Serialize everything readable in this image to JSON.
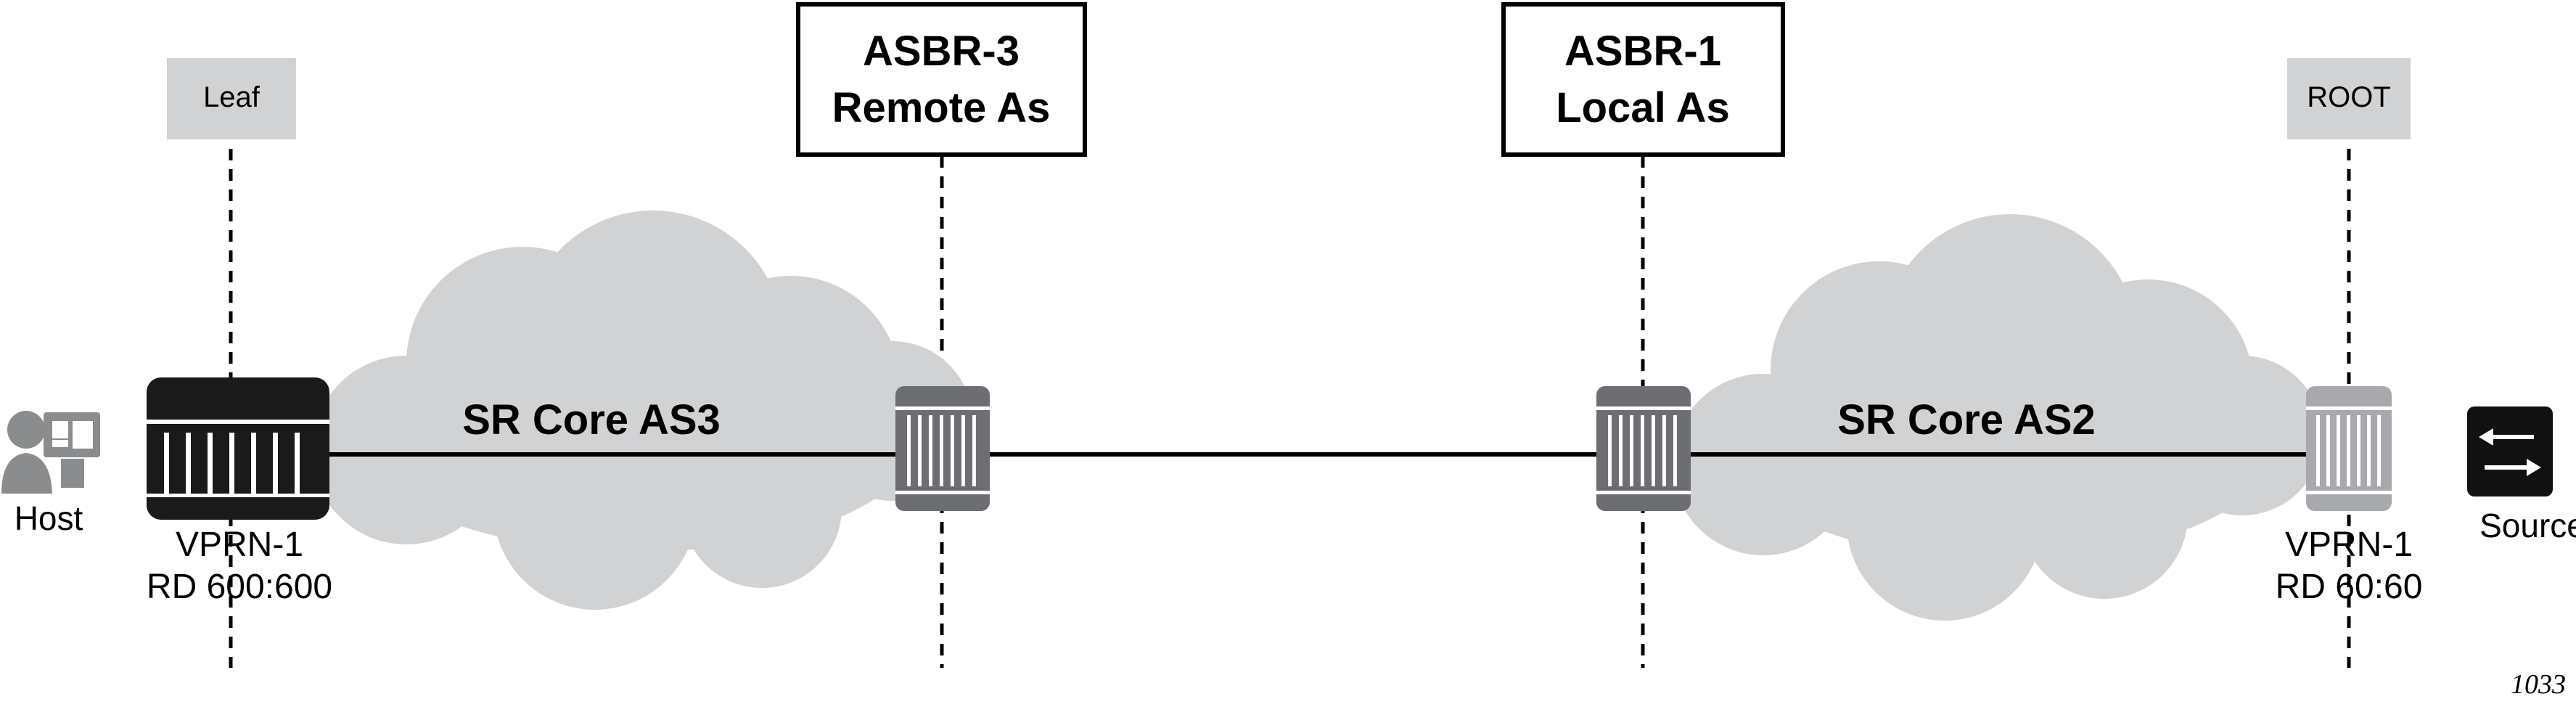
{
  "labels": {
    "leaf_role": "Leaf",
    "root_role": "ROOT",
    "asbr3_line1": "ASBR-3",
    "asbr3_line2": "Remote As",
    "asbr1_line1": "ASBR-1",
    "asbr1_line2": "Local As",
    "cloud_left": "SR Core AS3",
    "cloud_right": "SR Core AS2",
    "host": "Host",
    "source": "Source",
    "left_vprn": "VPRN-1",
    "left_rd": "RD 600:600",
    "right_vprn": "VPRN-1",
    "right_rd": "RD 60:60",
    "figure_id": "1033"
  },
  "colors": {
    "cloud_fill": "#d1d2d4",
    "role_box_fill": "#d1d2d4",
    "leaf_router_fill": "#1a1a1a",
    "asbr_router_fill": "#6d6e71",
    "root_router_fill": "#a7a9ac",
    "source_icon_fill": "#111111",
    "line": "#000000"
  },
  "icons": {
    "host": "host-computer-icon",
    "source": "switch-arrows-icon"
  }
}
